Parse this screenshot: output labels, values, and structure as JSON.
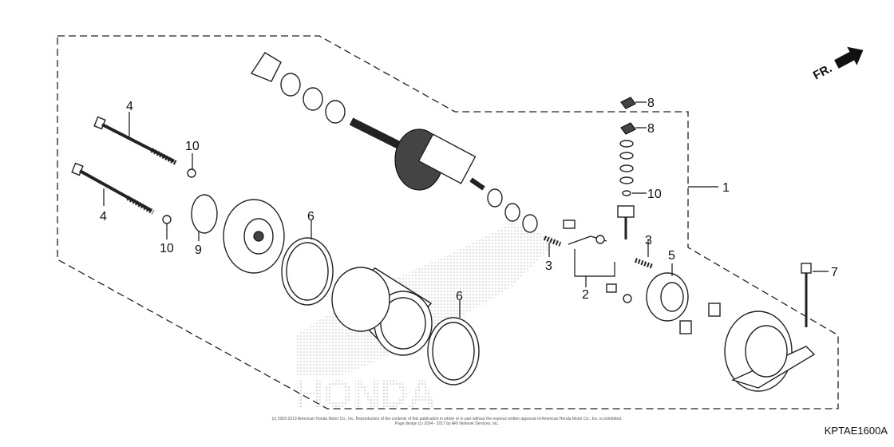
{
  "callouts": {
    "c1": "1",
    "c2": "2",
    "c3a": "3",
    "c3b": "3",
    "c4a": "4",
    "c4b": "4",
    "c5": "5",
    "c6a": "6",
    "c6b": "6",
    "c7": "7",
    "c8a": "8",
    "c8b": "8",
    "c9": "9",
    "c10a": "10",
    "c10b": "10",
    "c10c": "10"
  },
  "direction_label": "FR.",
  "diagram_code": "KPTAE1600A",
  "copyright_lines": [
    "(c) 2003-2013 American Honda Motor Co., Inc. Reproduction of the contents of this publication in whole or in part without the express written approval of American Honda Motor Co., Inc. is prohibited.",
    "Page design (c) 2004 - 2017 by ARI Network Services, Inc."
  ],
  "watermark_text": "HONDA",
  "colors": {
    "line": "#222222",
    "watermark": "#bbbbbb",
    "background": "#ffffff"
  }
}
